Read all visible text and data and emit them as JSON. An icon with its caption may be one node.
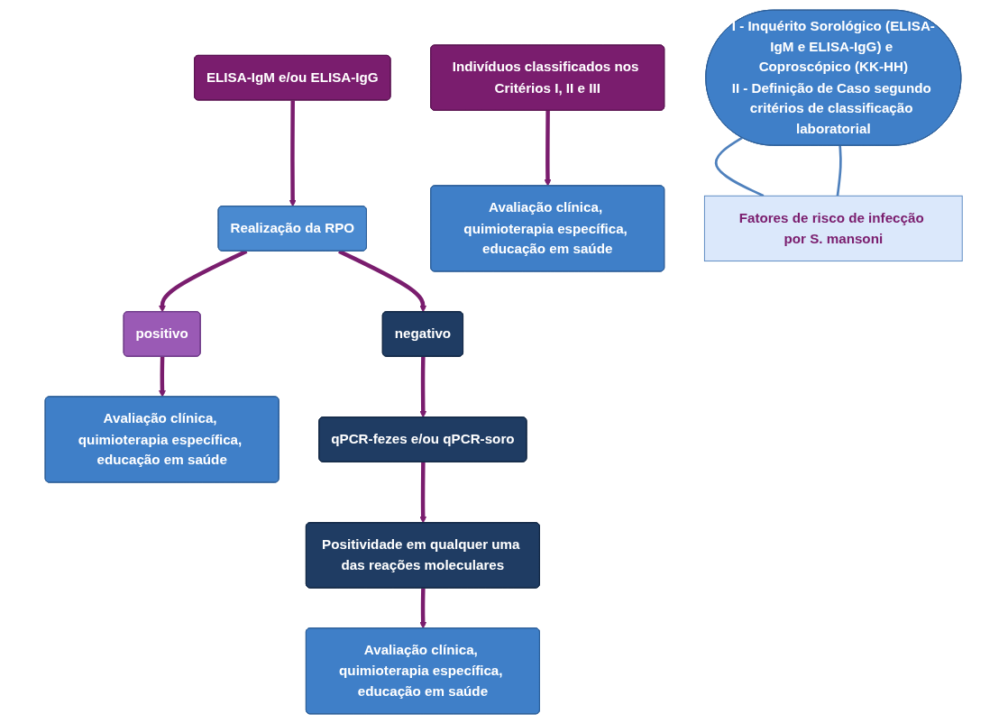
{
  "diagram": {
    "nodes": [
      {
        "text": [
          "I - Inquérito Sorológico (ELISA-IgM e ELISA-IgG) e Coproscópico (KK-HH)",
          "II - Definição de Caso segundo critérios de classificação laboratorial"
        ]
      },
      {
        "text": [
          "Indivíduos classificados nos Critérios I, II e III"
        ]
      },
      {
        "text": [
          "ELISA-IgM e/ou ELISA-IgG"
        ]
      },
      {
        "text": [
          "Realização da RPO"
        ]
      },
      {
        "text": [
          "positivo"
        ]
      },
      {
        "text": [
          "negativo"
        ]
      },
      {
        "text": [
          "Avaliação clínica, quimioterapia específica, educação em saúde"
        ]
      },
      {
        "text": [
          "Avaliação clínica, quimioterapia específica, educação em saúde"
        ]
      },
      {
        "text": [
          "qPCR-fezes e/ou qPCR-soro"
        ]
      },
      {
        "text": [
          "Avaliação clínica, quimioterapia específica, educação em saúde"
        ]
      },
      {
        "text": [
          "Positividade em qualquer uma das reações moleculares"
        ]
      },
      {
        "text": [
          "Fatores de risco de infecção por S. mansoni"
        ]
      }
    ],
    "edges": [
      {
        "from": 1,
        "to": 6,
        "arrow": "to"
      },
      {
        "from": 2,
        "to": 3,
        "arrow": "to"
      },
      {
        "from": 3,
        "to": 4,
        "arrow": "to"
      },
      {
        "from": 3,
        "to": 5,
        "arrow": "to"
      },
      {
        "from": 4,
        "to": 7,
        "arrow": "to"
      },
      {
        "from": 5,
        "to": 8,
        "arrow": "to"
      },
      {
        "from": 8,
        "to": 10,
        "arrow": "to"
      },
      {
        "from": 10,
        "to": 9,
        "arrow": "to"
      },
      {
        "from": 0,
        "to": 11,
        "arrow": "none",
        "color": "#4f81bd"
      },
      {
        "from": 0,
        "to": 11,
        "arrow": "none",
        "color": "#4f81bd"
      }
    ]
  }
}
